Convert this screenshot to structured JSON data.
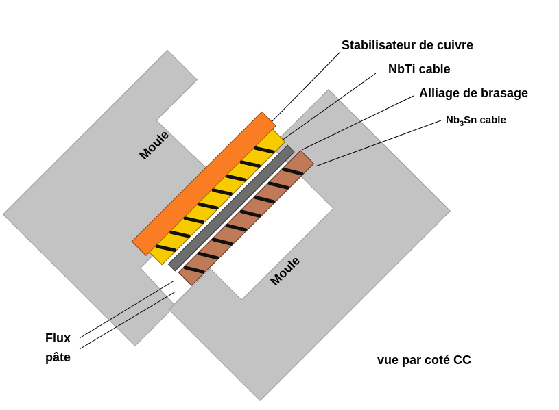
{
  "labels": {
    "copper_stabilizer": "Stabilisateur de cuivre",
    "nbti_cable": "NbTi cable",
    "brazing_alloy": "Alliage de brasage",
    "nb3sn_prefix": "Nb",
    "nb3sn_subscript": "3",
    "nb3sn_suffix": "Sn cable",
    "mold_upper": "Moule",
    "mold_lower": "Moule",
    "flux_line1": "Flux",
    "flux_line2": "pâte",
    "view_caption": "vue par coté CC"
  },
  "colors": {
    "mold_fill": "#c3c3c3",
    "mold_stroke": "#9a9a9a",
    "copper": "#fb7d23",
    "nbti": "#f7cb00",
    "alloy": "#6d6d6d",
    "nb3sn": "#c07a57",
    "stripe": "#111111",
    "background": "#ffffff"
  }
}
